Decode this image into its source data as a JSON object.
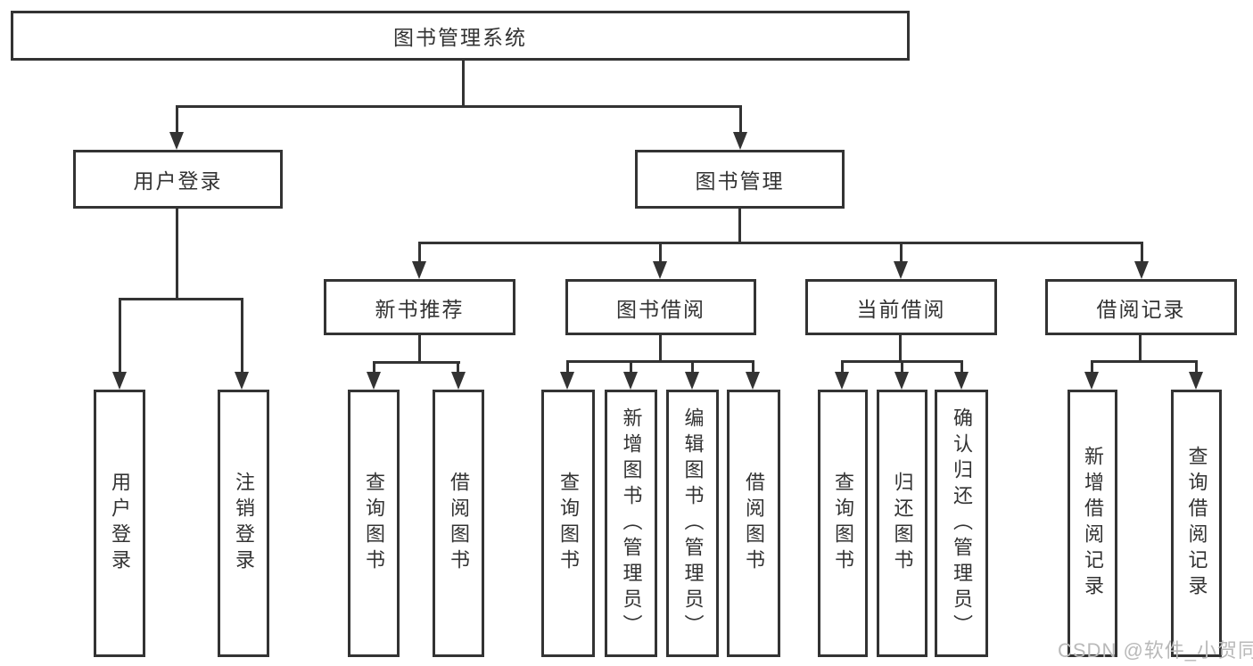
{
  "tree": {
    "root": {
      "label": "图书管理系统"
    },
    "branches": [
      {
        "label": "用户登录",
        "children": [
          {
            "label": "用户登录"
          },
          {
            "label": "注销登录"
          }
        ]
      },
      {
        "label": "图书管理",
        "children": [
          {
            "label": "新书推荐",
            "children": [
              {
                "label": "查询图书"
              },
              {
                "label": "借阅图书"
              }
            ]
          },
          {
            "label": "图书借阅",
            "children": [
              {
                "label": "查询图书"
              },
              {
                "label": "新增图书（管理员）"
              },
              {
                "label": "编辑图书（管理员）"
              },
              {
                "label": "借阅图书"
              }
            ]
          },
          {
            "label": "当前借阅",
            "children": [
              {
                "label": "查询图书"
              },
              {
                "label": "归还图书"
              },
              {
                "label": "确认归还（管理员）"
              }
            ]
          },
          {
            "label": "借阅记录",
            "children": [
              {
                "label": "新增借阅记录"
              },
              {
                "label": "查询借阅记录"
              }
            ]
          }
        ]
      }
    ]
  },
  "watermark": {
    "text": "CSDN @软件_小贺同学"
  },
  "colors": {
    "line": "#333333",
    "text": "#333333",
    "watermark": "#b9b9b9",
    "background": "#ffffff"
  }
}
